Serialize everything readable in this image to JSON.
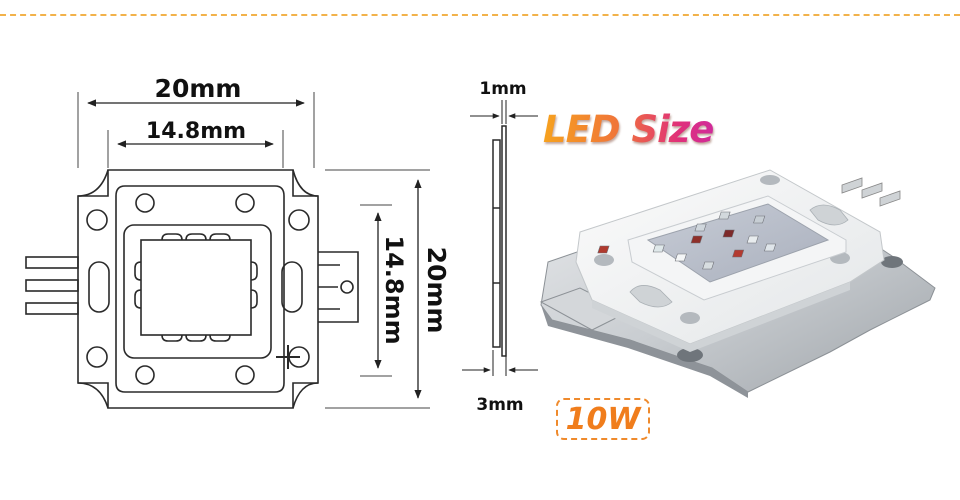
{
  "labels": {
    "outer_width": "20mm",
    "inner_width": "14.8mm",
    "inner_height": "14.8mm",
    "outer_height": "20mm",
    "lead_thickness": "1mm",
    "body_thickness": "3mm"
  },
  "title": "LED Size",
  "power_badge": "10W",
  "colors": {
    "accent_orange": "#ef8a2c",
    "title_gradient_start": "#f6a21e",
    "title_gradient_end": "#d02a9a",
    "dashed_border": "#f2b24a"
  }
}
